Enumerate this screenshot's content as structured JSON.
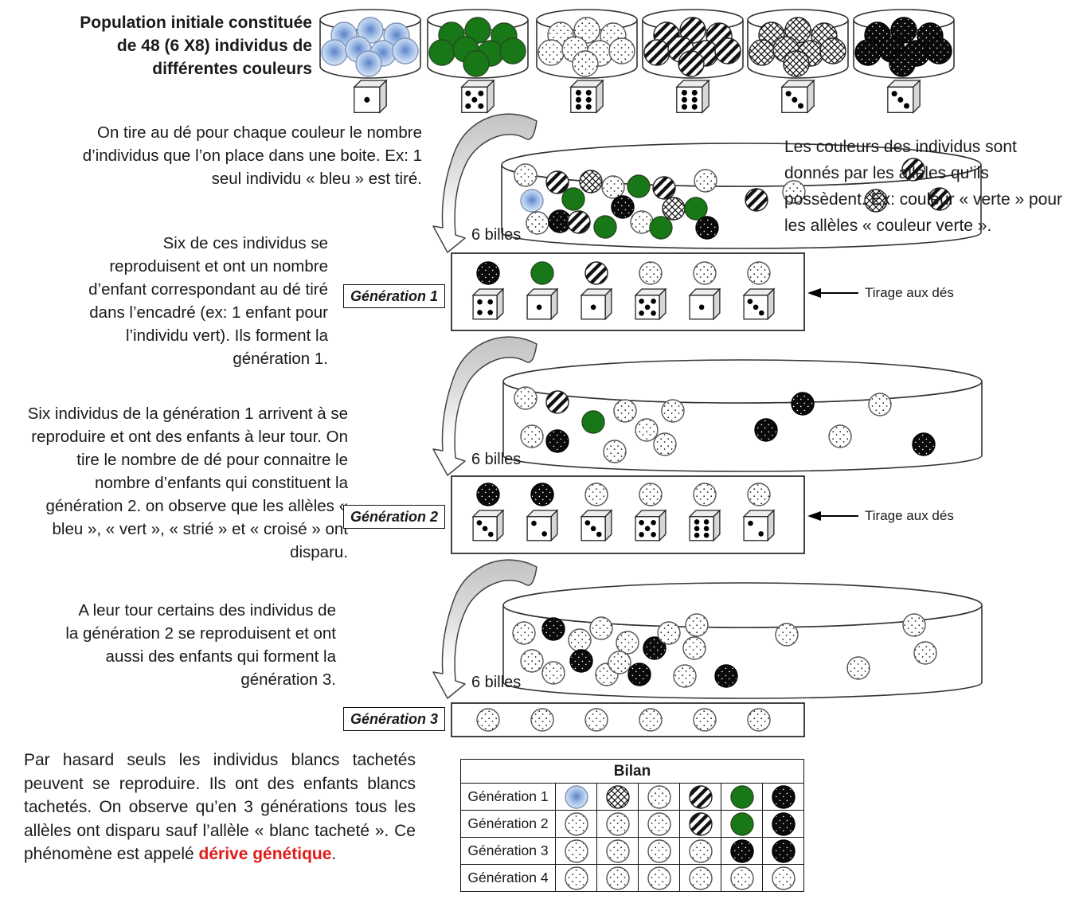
{
  "title": {
    "text": "Population initiale constituée de 48 (6 X8) individus de différentes couleurs"
  },
  "colors": {
    "green": "#187818",
    "term_red": "#e11a1a"
  },
  "notes": {
    "draw_note": "On tire au dé pour chaque couleur le nombre d’individus que l’on place dans une boite. Ex: 1 seul individu « bleu » est tiré.",
    "alleles_note": "Les couleurs des individus sont donnés par les allèles qu’ils possèdent. Ex: couleur « verte » pour les allèles « couleur verte ».",
    "gen1_note": "Six de ces individus se reproduisent et ont un nombre d’enfant correspondant au dé tiré dans l’encadré (ex: 1 enfant pour l’individu vert). Ils forment la génération 1.",
    "gen2_note": "Six individus de la génération 1 arrivent à se reproduire et ont des enfants à leur tour. On tire le nombre de dé pour connaitre le nombre d’enfants qui constituent la génération 2. on observe que les allèles « bleu », « vert », « strié » et « croisé » ont disparu.",
    "gen3_note": "A leur tour certains des individus de la génération 2 se reproduisent et ont aussi des enfants qui forment la génération 3.",
    "conclusion_plain": "Par hasard seuls les individus blancs tachetés peuvent se reproduire. Ils ont des enfants blancs tachetés. On observe qu’en 3 générations tous les allèles ont disparu sauf l’allèle « blanc tacheté ». Ce phénomène est appelé ",
    "conclusion_term": "dérive génétique",
    "conclusion_end": ".",
    "six_billes": "6 billes",
    "tirage": "Tirage aux dés"
  },
  "initial_population": {
    "balls_per_bowl": 8,
    "bowls": [
      {
        "kind": "blue",
        "die": 1
      },
      {
        "kind": "green",
        "die": 5
      },
      {
        "kind": "dotted",
        "die": 6
      },
      {
        "kind": "striped",
        "die": 6
      },
      {
        "kind": "cross",
        "die": 3
      },
      {
        "kind": "black",
        "die": 3
      }
    ]
  },
  "mixing_bowls": [
    {
      "balls": [
        [
          660,
          220,
          "dotted"
        ],
        [
          700,
          229,
          "striped"
        ],
        [
          742,
          228,
          "cross"
        ],
        [
          770,
          235,
          "dotted"
        ],
        [
          802,
          234,
          "green"
        ],
        [
          834,
          236,
          "striped"
        ],
        [
          886,
          227,
          "dotted"
        ],
        [
          997,
          241,
          "dotted"
        ],
        [
          1147,
          213,
          "striped"
        ],
        [
          668,
          252,
          "blue"
        ],
        [
          720,
          250,
          "green"
        ],
        [
          782,
          260,
          "black"
        ],
        [
          846,
          262,
          "cross"
        ],
        [
          874,
          262,
          "green"
        ],
        [
          950,
          251,
          "striped"
        ],
        [
          1100,
          252,
          "cross"
        ],
        [
          1180,
          250,
          "striped"
        ],
        [
          675,
          280,
          "dotted"
        ],
        [
          703,
          278,
          "black"
        ],
        [
          727,
          279,
          "striped"
        ],
        [
          760,
          285,
          "green"
        ],
        [
          806,
          279,
          "dotted"
        ],
        [
          830,
          286,
          "green"
        ],
        [
          888,
          286,
          "black"
        ]
      ]
    },
    {
      "balls": [
        [
          660,
          500,
          "dotted"
        ],
        [
          700,
          505,
          "striped"
        ],
        [
          745,
          530,
          "green"
        ],
        [
          785,
          516,
          "dotted"
        ],
        [
          812,
          540,
          "dotted"
        ],
        [
          845,
          516,
          "dotted"
        ],
        [
          835,
          558,
          "dotted"
        ],
        [
          1008,
          507,
          "black"
        ],
        [
          962,
          540,
          "black"
        ],
        [
          1105,
          508,
          "dotted"
        ],
        [
          1055,
          548,
          "dotted"
        ],
        [
          1160,
          558,
          "black"
        ],
        [
          668,
          548,
          "dotted"
        ],
        [
          700,
          554,
          "black"
        ],
        [
          772,
          567,
          "dotted"
        ]
      ]
    },
    {
      "balls": [
        [
          658,
          795,
          "dotted"
        ],
        [
          695,
          790,
          "black"
        ],
        [
          728,
          804,
          "dotted"
        ],
        [
          755,
          789,
          "dotted"
        ],
        [
          788,
          807,
          "dotted"
        ],
        [
          822,
          814,
          "black"
        ],
        [
          840,
          795,
          "dotted"
        ],
        [
          875,
          785,
          "dotted"
        ],
        [
          872,
          814,
          "dotted"
        ],
        [
          988,
          797,
          "dotted"
        ],
        [
          1148,
          785,
          "dotted"
        ],
        [
          1162,
          820,
          "dotted"
        ],
        [
          668,
          830,
          "dotted"
        ],
        [
          695,
          845,
          "dotted"
        ],
        [
          730,
          830,
          "black"
        ],
        [
          762,
          847,
          "dotted"
        ],
        [
          778,
          832,
          "dotted"
        ],
        [
          803,
          847,
          "black"
        ],
        [
          860,
          849,
          "dotted"
        ],
        [
          912,
          849,
          "black"
        ],
        [
          1078,
          839,
          "dotted"
        ]
      ]
    }
  ],
  "generations": [
    {
      "label": "Génération 1",
      "tirage": true,
      "items": [
        {
          "ball": "black",
          "die": 4
        },
        {
          "ball": "green",
          "die": 1
        },
        {
          "ball": "striped",
          "die": 1
        },
        {
          "ball": "dotted",
          "die": 5
        },
        {
          "ball": "dotted",
          "die": 1
        },
        {
          "ball": "dotted",
          "die": 3
        }
      ]
    },
    {
      "label": "Génération 2",
      "tirage": true,
      "items": [
        {
          "ball": "black",
          "die": 3
        },
        {
          "ball": "black",
          "die": 2
        },
        {
          "ball": "dotted",
          "die": 3
        },
        {
          "ball": "dotted",
          "die": 5
        },
        {
          "ball": "dotted",
          "die": 6
        },
        {
          "ball": "dotted",
          "die": 2
        }
      ]
    },
    {
      "label": "Génération 3",
      "tirage": false,
      "items": [
        {
          "ball": "dotted"
        },
        {
          "ball": "dotted"
        },
        {
          "ball": "dotted"
        },
        {
          "ball": "dotted"
        },
        {
          "ball": "dotted"
        },
        {
          "ball": "dotted"
        }
      ]
    }
  ],
  "bilan": {
    "title": "Bilan",
    "rows": [
      {
        "label": "Génération 1",
        "balls": [
          "blue",
          "cross",
          "dotted",
          "striped",
          "green",
          "black"
        ]
      },
      {
        "label": "Génération 2",
        "balls": [
          "dotted",
          "dotted",
          "dotted",
          "striped",
          "green",
          "black"
        ]
      },
      {
        "label": "Génération 3",
        "balls": [
          "dotted",
          "dotted",
          "dotted",
          "dotted",
          "black",
          "black"
        ]
      },
      {
        "label": "Génération 4",
        "balls": [
          "dotted",
          "dotted",
          "dotted",
          "dotted",
          "dotted",
          "dotted"
        ]
      }
    ]
  }
}
